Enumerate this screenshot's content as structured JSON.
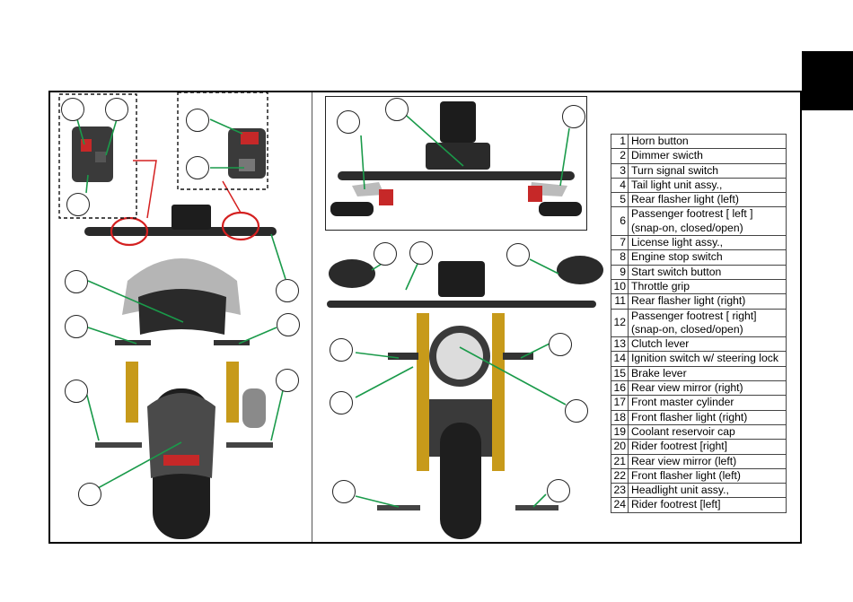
{
  "legend": [
    {
      "num": "1",
      "desc": [
        "Horn button"
      ]
    },
    {
      "num": "2",
      "desc": [
        "Dimmer swicth"
      ]
    },
    {
      "num": "3",
      "desc": [
        "Turn signal switch"
      ]
    },
    {
      "num": "4",
      "desc": [
        "Tail light unit assy.,"
      ]
    },
    {
      "num": "5",
      "desc": [
        "Rear flasher light (left)"
      ]
    },
    {
      "num": "6",
      "desc": [
        "Passenger footrest [ left ]",
        "(snap-on, closed/open)"
      ]
    },
    {
      "num": "7",
      "desc": [
        "License light assy.,"
      ]
    },
    {
      "num": "8",
      "desc": [
        "Engine stop switch"
      ]
    },
    {
      "num": "9",
      "desc": [
        "Start switch button"
      ]
    },
    {
      "num": "10",
      "desc": [
        "Throttle grip"
      ]
    },
    {
      "num": "11",
      "desc": [
        "Rear flasher light (right)"
      ]
    },
    {
      "num": "12",
      "desc": [
        "Passenger footrest [ right]",
        "(snap-on, closed/open)"
      ]
    },
    {
      "num": "13",
      "desc": [
        "Clutch lever"
      ]
    },
    {
      "num": "14",
      "desc": [
        "Ignition switch w/ steering lock"
      ]
    },
    {
      "num": "15",
      "desc": [
        "Brake lever"
      ]
    },
    {
      "num": "16",
      "desc": [
        "Rear view mirror (right)"
      ]
    },
    {
      "num": "17",
      "desc": [
        "Front master cylinder"
      ]
    },
    {
      "num": "18",
      "desc": [
        "Front flasher light (right)"
      ]
    },
    {
      "num": "19",
      "desc": [
        "Coolant reservoir cap"
      ]
    },
    {
      "num": "20",
      "desc": [
        "Rider footrest [right]"
      ]
    },
    {
      "num": "21",
      "desc": [
        "Rear view mirror (left)"
      ]
    },
    {
      "num": "22",
      "desc": [
        "Front flasher light (left)"
      ]
    },
    {
      "num": "23",
      "desc": [
        "Headlight unit assy.,"
      ]
    },
    {
      "num": "24",
      "desc": [
        "Rider footrest [left]"
      ]
    }
  ],
  "colors": {
    "leader_line": "#1a9a4a",
    "highlight_ring": "#d42020",
    "fork_gold": "#c79a1a",
    "tab_marker": "#000000"
  }
}
